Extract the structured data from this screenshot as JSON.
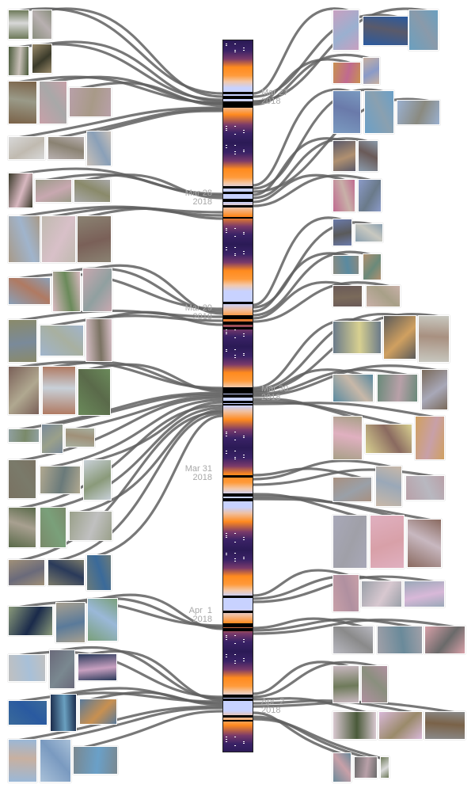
{
  "timeline": {
    "days": [
      {
        "date": "Mar 27",
        "year": "2018",
        "side": "right"
      },
      {
        "date": "Mar 28",
        "year": "2018",
        "side": "left"
      },
      {
        "date": "Mar 29",
        "year": "2018",
        "side": "left"
      },
      {
        "date": "Mar 30",
        "year": "2018",
        "side": "right"
      },
      {
        "date": "Mar 31",
        "year": "2018",
        "side": "left"
      },
      {
        "date": "Apr  1",
        "year": "2018",
        "side": "left"
      },
      {
        "date": "Apr  2",
        "year": "2018",
        "side": "right"
      }
    ]
  },
  "colors": {
    "night": "#2a1a55",
    "dawn": "#ff8a1e",
    "midday": "#c8d2ff",
    "link": "#606060",
    "label": "#a8a8a8"
  }
}
